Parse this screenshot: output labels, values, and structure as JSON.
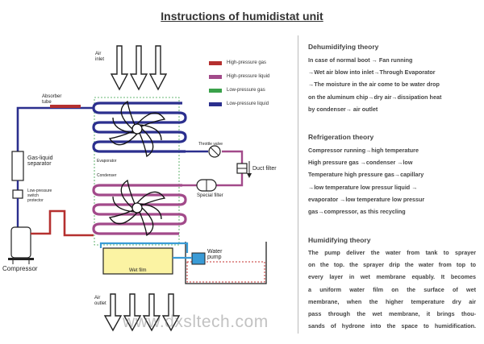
{
  "title": "Instructions of humidistat unit",
  "labels": {
    "air_inlet": [
      "Air",
      "inlet"
    ],
    "absorber_tube": [
      "Absorber",
      "tube"
    ],
    "gas_liquid_separator": [
      "Gas-liquid",
      "separator"
    ],
    "low_pressure_switch": [
      "Low-pressure",
      "switch",
      "protector"
    ],
    "compressor": "Compressor",
    "evaporator": "Evaporator",
    "condenser": "Condenser",
    "throttle_valve": "Throttle valve",
    "duct_filter": "Duct filter",
    "special_filter": "Special filter",
    "water_pump": [
      "Water",
      "pump"
    ],
    "wet_film": "Wet film",
    "air_outlet": [
      "Air",
      "outlet"
    ]
  },
  "legend": [
    {
      "label": "High-pressure gas",
      "color": "#b5302f"
    },
    {
      "label": "High-pressure liquid",
      "color": "#a24a8a"
    },
    {
      "label": "Low-pressure gas",
      "color": "#3aa14a"
    },
    {
      "label": "Low-pressure liquid",
      "color": "#2b2f8e"
    }
  ],
  "sections": [
    {
      "heading": "Dehumidifying theory",
      "lines": [
        "In case of normal boot → Fan running",
        "→Wet air blow into inlet→Through Evaporator",
        "→The moisture in the air come to be water drop",
        "on the aluminum chip→dry air→dissipation heat",
        "by condenser→ air outlet"
      ]
    },
    {
      "heading": "Refrigeration theory",
      "lines": [
        "Compressor running→high temperature",
        "High pressure gas →condenser →low",
        "Temperature high pressure gas→capillary",
        "→low temperature low pressur liquid →",
        "evaporator →low temperature low pressur",
        "gas→compressor, as this recycling"
      ]
    },
    {
      "heading": "Humidifying theory",
      "lines": [
        "The pump deliver the water from tank to sprayer",
        "on the top. the sprayer drip the water from top to",
        "every layer in wet membrane equably. It becomes",
        "a uniform water film on the surface of wet",
        "membrane, when the higher temperature dry air",
        "pass through the wet membrane, it brings thou-",
        "sands of hydrone into the space to humidification."
      ]
    }
  ],
  "watermark": "www.dxsltech.com",
  "colors": {
    "coil_blue": "#2b2f8e",
    "coil_purple": "#a24a8a",
    "hp_gas": "#b5302f",
    "lp_gas": "#3aa14a",
    "water": "#3a9bd6",
    "wet_film": "#fbf3a3"
  }
}
